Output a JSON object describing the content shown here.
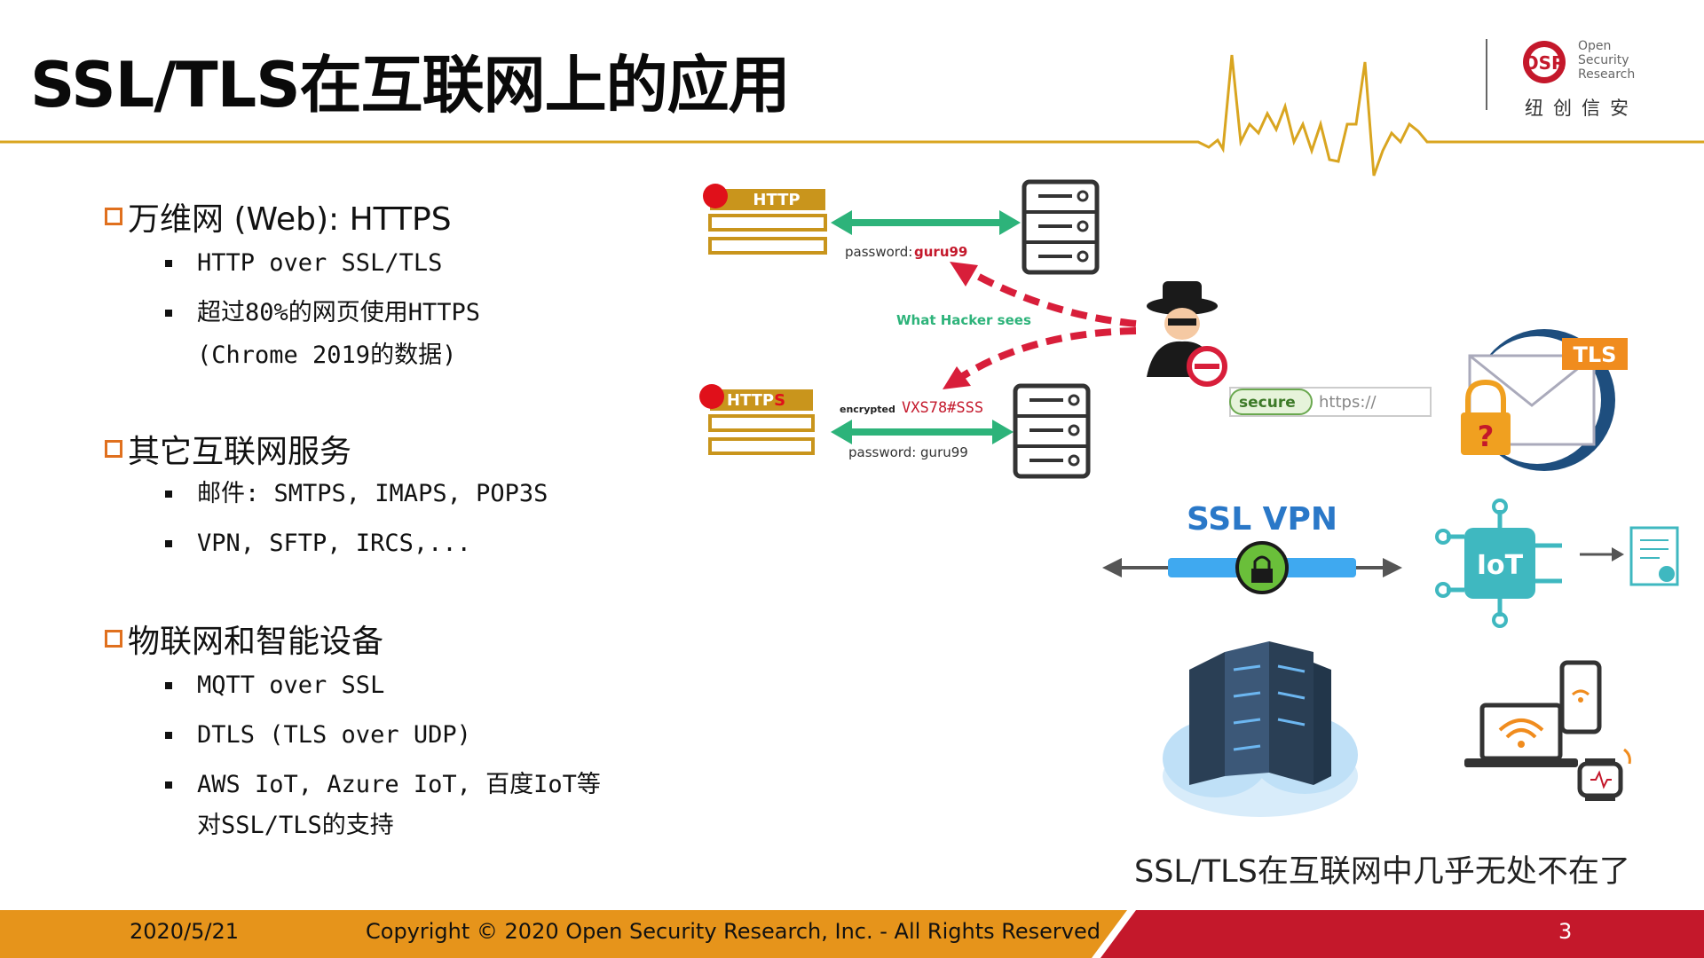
{
  "slide": {
    "title": "SSL/TLS在互联网上的应用"
  },
  "logo": {
    "mark": "OSR",
    "line1": "Open",
    "line2": "Security",
    "line3": "Research",
    "cn": "纽创信安"
  },
  "sections": [
    {
      "heading": "万维网 (Web): HTTPS",
      "bullets": [
        "HTTP over SSL/TLS",
        "超过80%的网页使用HTTPS",
        "(Chrome 2019的数据)"
      ]
    },
    {
      "heading": "其它互联网服务",
      "bullets": [
        "邮件: SMTPS, IMAPS, POP3S",
        "VPN, SFTP, IRCS,..."
      ]
    },
    {
      "heading": "物联网和智能设备",
      "bullets": [
        "MQTT over SSL",
        "DTLS (TLS over UDP)",
        "AWS IoT, Azure IoT, 百度IoT等",
        "对SSL/TLS的支持"
      ]
    }
  ],
  "diagram": {
    "http_label": "HTTP",
    "https_label_a": "HTTP",
    "https_label_b": "S",
    "password_label": "password:",
    "password_value": "guru99",
    "password_plain": "password: guru99",
    "hacker_label": "What Hacker sees",
    "encrypted_label": "encrypted",
    "encrypted_value": "VXS78#SSS",
    "secure_label": "secure",
    "url_label": "https://",
    "tls_badge": "TLS",
    "ssl_vpn_label": "SSL VPN",
    "iot_label": "IoT",
    "question_mark": "?"
  },
  "caption": "SSL/TLS在互联网中几乎无处不在了",
  "footer": {
    "date": "2020/5/21",
    "copyright": "Copyright © 2020 Open Security Research, Inc. - All Rights Reserved",
    "page": "3"
  },
  "colors": {
    "accent_orange": "#e6941b",
    "accent_red": "#c4182b",
    "gold": "#d9a520",
    "green": "#2db37a",
    "hacker_red": "#d81e3a",
    "square_orange": "#e0701e"
  }
}
